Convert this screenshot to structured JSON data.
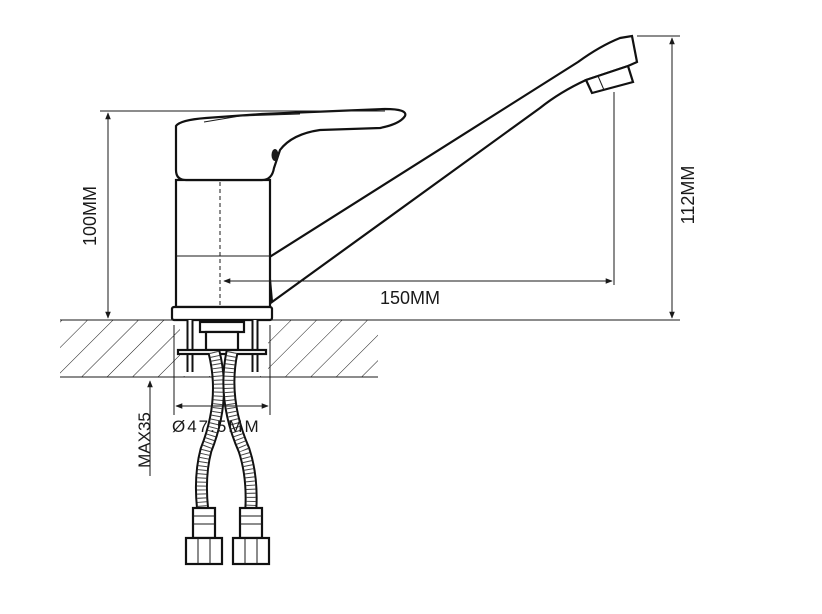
{
  "dimensions": {
    "height_body": "100MM",
    "height_total": "112MM",
    "reach": "150MM",
    "mount_diameter": "Ø47.5MM",
    "max_counter": "MAX35"
  }
}
